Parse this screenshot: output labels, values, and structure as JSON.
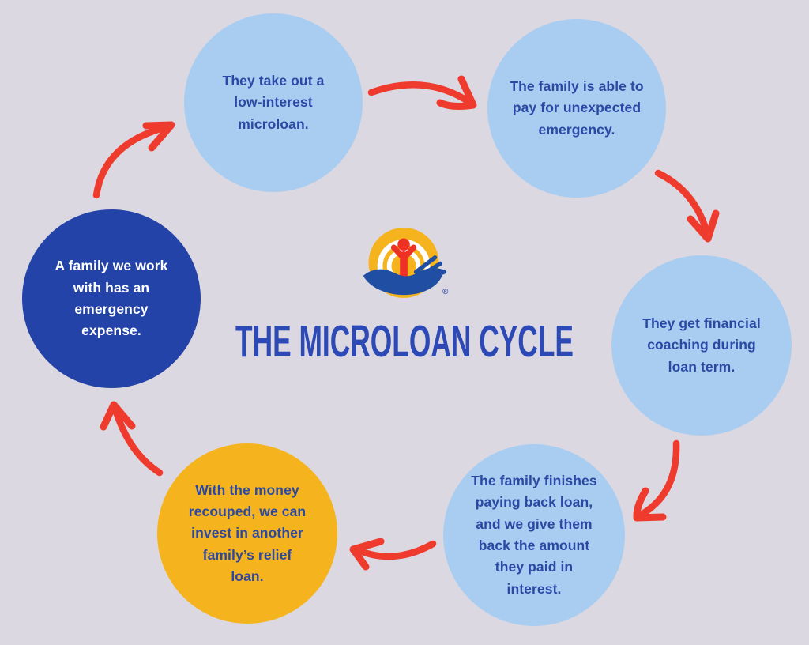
{
  "title": {
    "text": "THE MICROLOAN CYCLE",
    "color": "#2c49b6"
  },
  "logo": {
    "name": "united-way-logo",
    "registered_mark": "®",
    "colors": {
      "gold": "#f5b31e",
      "red": "#ee3124",
      "blue": "#1f4ea3"
    }
  },
  "cycle": {
    "arrow_color": "#ee3b2d",
    "background": "#dbd8e1",
    "steps": [
      {
        "id": 1,
        "text": "A family we work with has an emergency expense.",
        "variant": "dark-blue",
        "fill": "#2343a8",
        "text_color": "#ffffff"
      },
      {
        "id": 2,
        "text": "They take out a low-interest microloan.",
        "variant": "light-blue",
        "fill": "#a9cdf1",
        "text_color": "#2a48a4"
      },
      {
        "id": 3,
        "text": "The family is able to pay for unexpected emergency.",
        "variant": "light-blue",
        "fill": "#a9cdf1",
        "text_color": "#2a48a4"
      },
      {
        "id": 4,
        "text": "They get financial coaching during loan term.",
        "variant": "light-blue",
        "fill": "#a9cdf1",
        "text_color": "#2a48a4"
      },
      {
        "id": 5,
        "text": "The family finishes paying back loan, and we give them back the amount they paid in interest.",
        "variant": "light-blue",
        "fill": "#a9cdf1",
        "text_color": "#2a48a4"
      },
      {
        "id": 6,
        "text": "With the money recouped, we can invest in another family’s relief loan.",
        "variant": "gold",
        "fill": "#f5b41d",
        "text_color": "#2a48a4"
      }
    ]
  }
}
